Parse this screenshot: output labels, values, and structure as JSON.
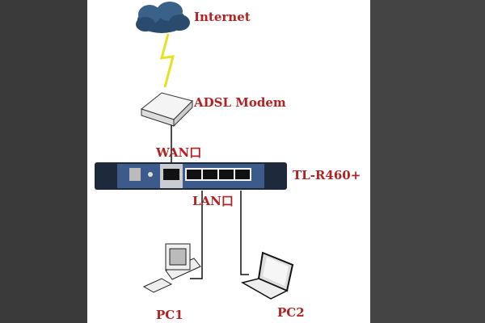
{
  "labels": {
    "internet": "Internet",
    "modem": "ADSL Modem",
    "wan": "WAN口",
    "router": "TL-R460+",
    "lan": "LAN口",
    "pc1": "PC1",
    "pc2": "PC2"
  },
  "colors": {
    "label": "#b22222",
    "router_body": "#2a3a55",
    "panel": "#3d5b8a"
  }
}
